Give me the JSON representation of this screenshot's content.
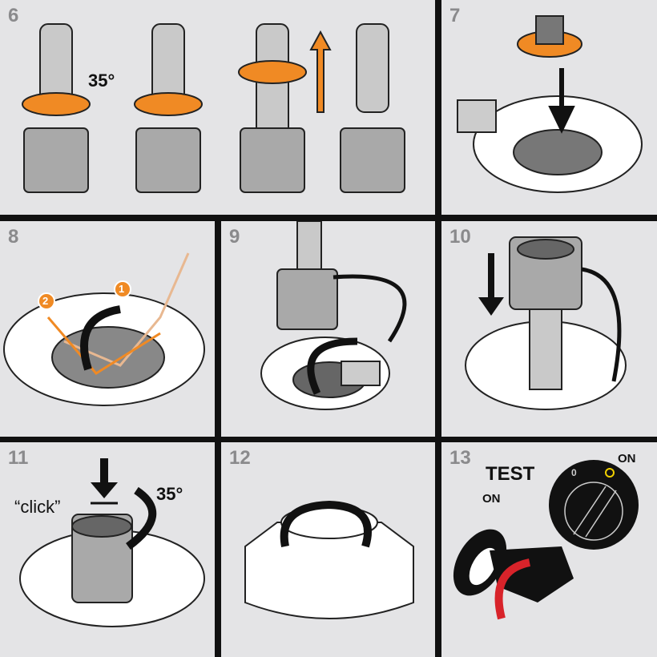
{
  "steps": [
    {
      "number": "6",
      "angle": "35°"
    },
    {
      "number": "7"
    },
    {
      "number": "8",
      "markers": [
        "1",
        "2"
      ]
    },
    {
      "number": "9"
    },
    {
      "number": "10"
    },
    {
      "number": "11",
      "sound": "“click”",
      "angle": "35°"
    },
    {
      "number": "12"
    },
    {
      "number": "13",
      "test": "TEST",
      "ignition_on": "ON",
      "light_switch_on": "ON",
      "switch_off": "0"
    }
  ],
  "colors": {
    "accent": "#f08a24",
    "panel": "#e4e4e6",
    "arrow_test": "#d8232a",
    "lamp": "#f0d000"
  }
}
